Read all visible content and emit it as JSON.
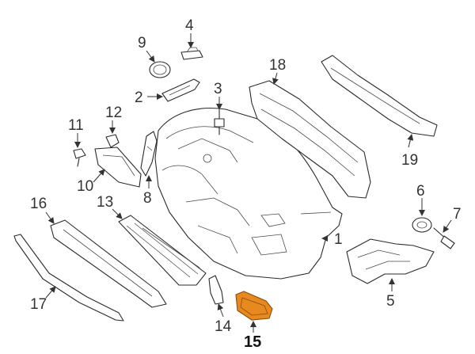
{
  "callouts": {
    "c1": "1",
    "c2": "2",
    "c3": "3",
    "c4": "4",
    "c5": "5",
    "c6": "6",
    "c7": "7",
    "c8": "8",
    "c9": "9",
    "c10": "10",
    "c11": "11",
    "c12": "12",
    "c13": "13",
    "c14": "14",
    "c15": "15",
    "c16": "16",
    "c17": "17",
    "c18": "18",
    "c19": "19"
  },
  "colors": {
    "highlight": "#e8891f",
    "highlight_stroke": "#8a4c0c",
    "line": "#2b2b2b"
  },
  "highlighted_part": "15"
}
